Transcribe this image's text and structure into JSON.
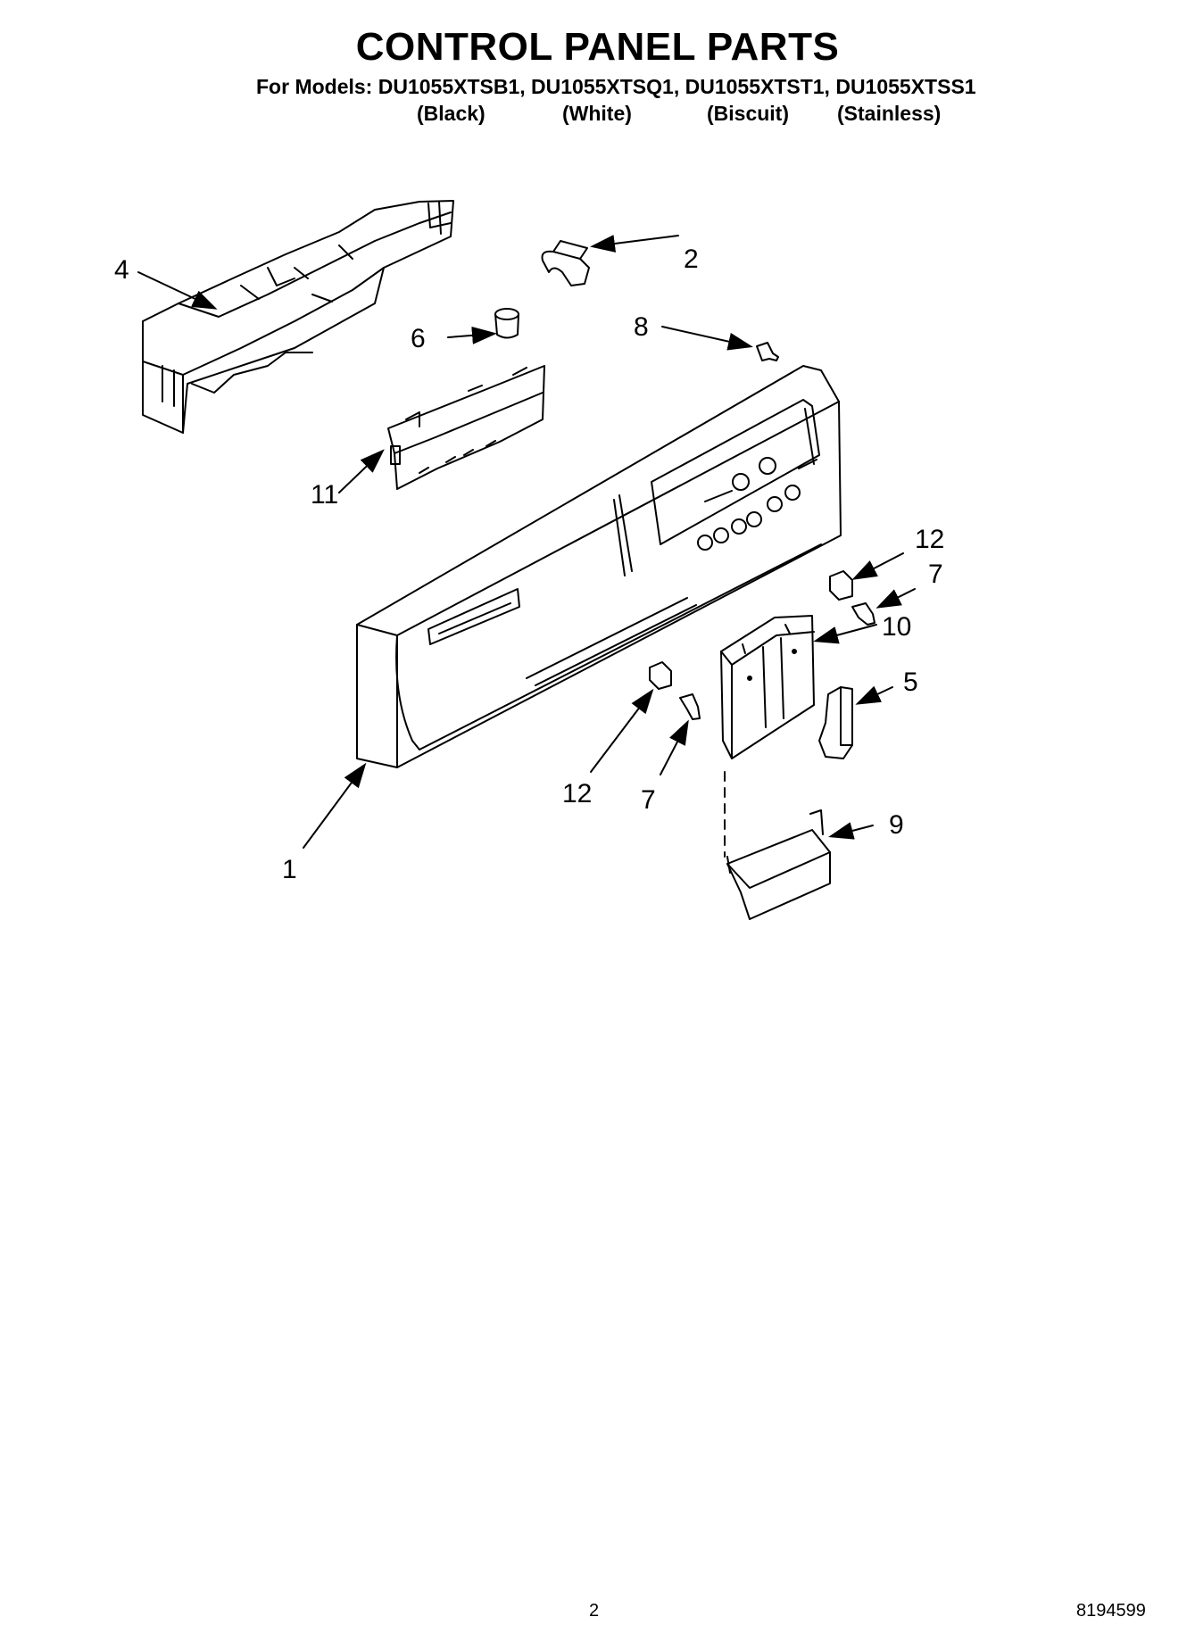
{
  "header": {
    "title": "CONTROL PANEL PARTS",
    "models_line": "For Models: DU1055XTSB1, DU1055XTSQ1, DU1055XTST1, DU1055XTSS1",
    "colors": [
      "(Black)",
      "(White)",
      "(Biscuit)",
      "(Stainless)"
    ]
  },
  "callouts": [
    "4",
    "2",
    "6",
    "8",
    "11",
    "12",
    "7",
    "10",
    "5",
    "12",
    "7",
    "9",
    "1"
  ],
  "footer": {
    "page_number": "2",
    "doc_number": "8194599"
  }
}
